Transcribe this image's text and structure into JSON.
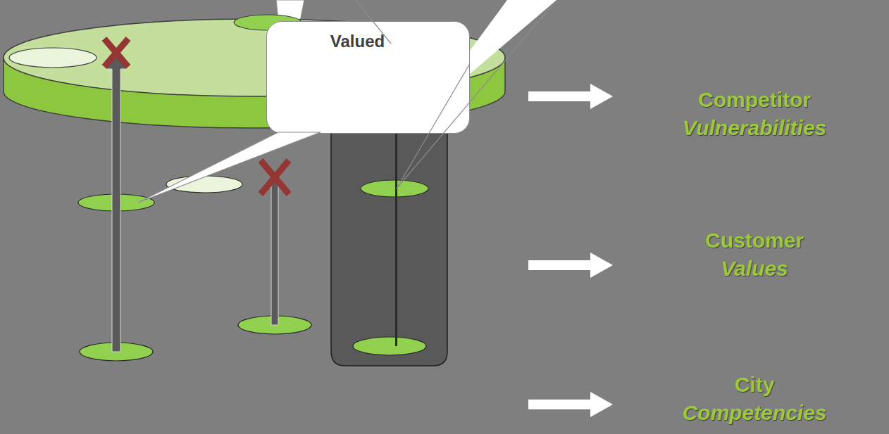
{
  "diagram": {
    "nodes": [
      {
        "text": [
          "Valued"
        ]
      }
    ],
    "labels": [
      "Competitor Vulnerabilities",
      "Customer Values",
      "City Competencies"
    ]
  }
}
